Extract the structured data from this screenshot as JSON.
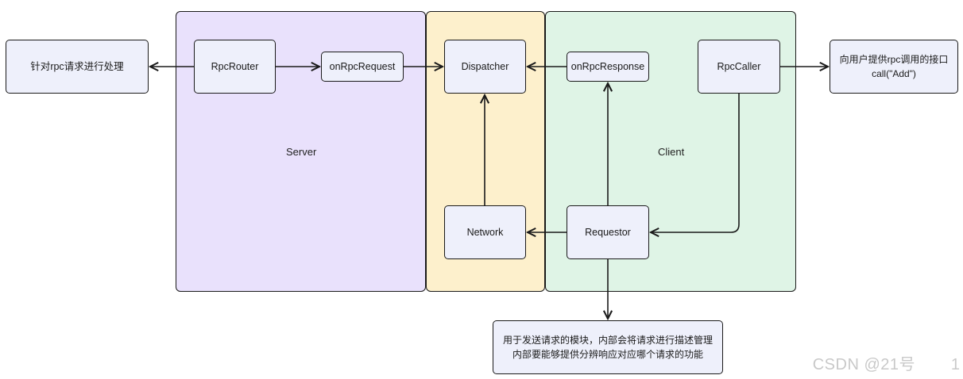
{
  "regions": {
    "server": {
      "label": "Server",
      "color": "#e9e1fc"
    },
    "dispatch": {
      "color": "#fdf0cc"
    },
    "client": {
      "label": "Client",
      "color": "#dff4e6"
    }
  },
  "nodes": {
    "handler": "针对rpc请求进行处理",
    "rpc_router": "RpcRouter",
    "on_rpc_request": "onRpcRequest",
    "dispatcher": "Dispatcher",
    "on_rpc_response": "onRpcResponse",
    "rpc_caller": "RpcCaller",
    "caller_desc_line1": "向用户提供rpc调用的接口",
    "caller_desc_line2": "call(\"Add\")",
    "network": "Network",
    "requestor": "Requestor",
    "requestor_desc_line1": "用于发送请求的模块，内部会将请求进行描述管理",
    "requestor_desc_line2": "内部要能够提供分辨响应对应哪个请求的功能"
  },
  "watermark": "CSDN @21号",
  "page_number": "1",
  "colors": {
    "node_fill": "#eef0fb",
    "stroke": "#1a1a1a"
  }
}
